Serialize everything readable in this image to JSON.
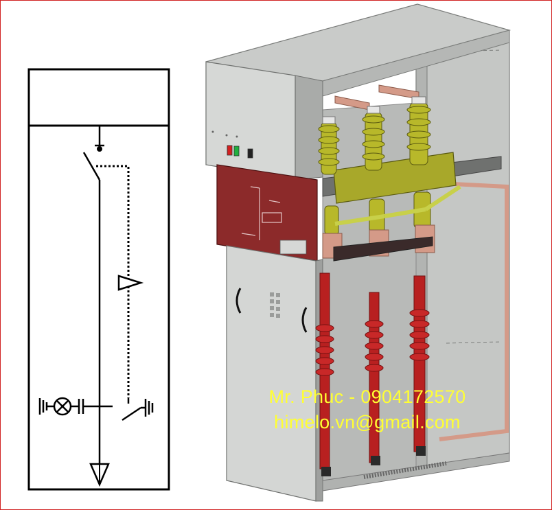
{
  "contact": {
    "name_phone": "Mr. Phuc - 0904172570",
    "email": "himelo.vn@gmail.com"
  },
  "colors": {
    "border": "#d02020",
    "watermark": "#ffff33",
    "cabinet": "#d2d4d2",
    "cabinet_dark": "#9ea09e",
    "relay_panel": "#8c2a2a",
    "insulator_green": "#b8b82a",
    "cable_red": "#b82020",
    "copper_bus": "#d49a88"
  },
  "icons": [
    "disconnector-symbol",
    "earthing-switch-symbol",
    "voltage-indicator-lamp-symbol",
    "cable-termination-symbol",
    "interlock-triangle-symbol"
  ]
}
